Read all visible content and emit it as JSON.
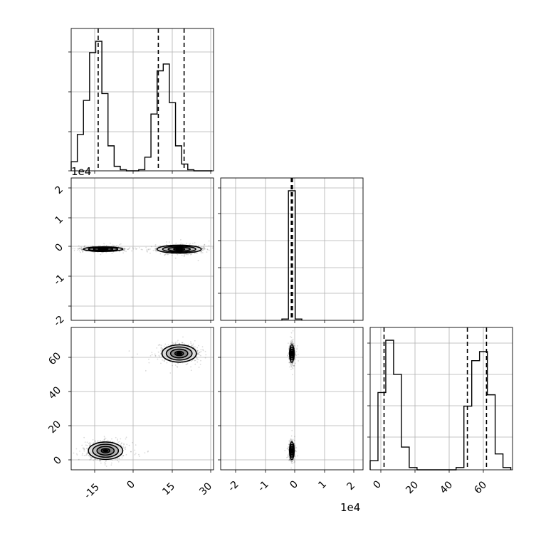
{
  "chart_data": [
    {
      "type": "histogram",
      "panel": "row1-col1",
      "x_range": [
        -26,
        32
      ],
      "x_ticks": [
        -15,
        0,
        15,
        30
      ],
      "bin_edges": [
        -26,
        -23.5,
        -21,
        -18.5,
        -16,
        -13.5,
        -11,
        -8.5,
        -6,
        -3.5,
        -1,
        1.5,
        4,
        6.5,
        9,
        11.5,
        14,
        16.5,
        19,
        21.5,
        24,
        26.5,
        29,
        31.5
      ],
      "counts": [
        4,
        16,
        31,
        52,
        57,
        34,
        11,
        2,
        0.5,
        0,
        0,
        0.5,
        6,
        25,
        44,
        47,
        30,
        11,
        3,
        0.5,
        0,
        0,
        0
      ],
      "quantile_lines": [
        -15,
        9.5,
        20
      ]
    },
    {
      "type": "scatter",
      "panel": "row2-col1",
      "x_range": [
        -26,
        32
      ],
      "y_range": [
        -2.5,
        2.5
      ],
      "y_offset_label": "1e4",
      "y_ticks": [
        -2,
        -1,
        0,
        1,
        2
      ],
      "clusters": [
        {
          "center": [
            -13,
            0
          ],
          "x_spread": 4,
          "y_spread": 0.04
        },
        {
          "center": [
            18,
            0
          ],
          "x_spread": 4.5,
          "y_spread": 0.07
        }
      ]
    },
    {
      "type": "histogram",
      "panel": "row2-col2",
      "x_range": [
        -2.5,
        2.5
      ],
      "quantile_lines": [
        -0.02,
        0.0,
        0.02
      ],
      "bars": [
        {
          "x0": -0.35,
          "x1": -0.12,
          "count": 1
        },
        {
          "x0": -0.12,
          "x1": 0.12,
          "count": 100
        },
        {
          "x0": 0.12,
          "x1": 0.35,
          "count": 1
        }
      ]
    },
    {
      "type": "scatter",
      "panel": "row3-col1",
      "x_range": [
        -26,
        32
      ],
      "y_range": [
        -5,
        77
      ],
      "x_ticks": [
        -15,
        0,
        15,
        30
      ],
      "y_ticks": [
        0,
        20,
        40,
        60
      ],
      "clusters": [
        {
          "center": [
            -12,
            6
          ],
          "x_spread": 3.5,
          "y_spread": 2.5
        },
        {
          "center": [
            18,
            62
          ],
          "x_spread": 3.5,
          "y_spread": 2.5
        }
      ]
    },
    {
      "type": "scatter",
      "panel": "row3-col2",
      "x_range": [
        -2.5,
        2.5
      ],
      "y_range": [
        -5,
        77
      ],
      "x_offset_label": "1e4",
      "x_ticks": [
        -2,
        -1,
        0,
        1,
        2
      ],
      "clusters": [
        {
          "center": [
            0,
            6
          ],
          "x_spread": 0.04,
          "y_spread": 2.5
        },
        {
          "center": [
            0,
            62
          ],
          "x_spread": 0.04,
          "y_spread": 2.5
        }
      ]
    },
    {
      "type": "histogram",
      "panel": "row3-col3",
      "x_range": [
        -5,
        77
      ],
      "x_ticks": [
        0,
        20,
        40,
        60
      ],
      "bin_edges": [
        -5,
        -0.5,
        4,
        8.5,
        13,
        17.5,
        22,
        26.5,
        31,
        35.5,
        40,
        44.5,
        49,
        53.5,
        58,
        62.5,
        67,
        71.5,
        76
      ],
      "counts": [
        4,
        34,
        57,
        42,
        10,
        1,
        0,
        0,
        0,
        0,
        0,
        1,
        28,
        48,
        52,
        33,
        7,
        1
      ],
      "quantile_lines": [
        3,
        51,
        62
      ]
    }
  ],
  "labels": {
    "p1_offset": "1e4",
    "p5_offset": "1e4",
    "p1_x": [
      "-15",
      "0",
      "15",
      "30"
    ],
    "p1_y": [
      "-2",
      "-1",
      "0",
      "1",
      "2"
    ],
    "p3_y": [
      "0",
      "20",
      "40",
      "60"
    ],
    "p5_x": [
      "-2",
      "-1",
      "0",
      "1",
      "2"
    ],
    "p6_x": [
      "0",
      "20",
      "40",
      "60"
    ]
  }
}
